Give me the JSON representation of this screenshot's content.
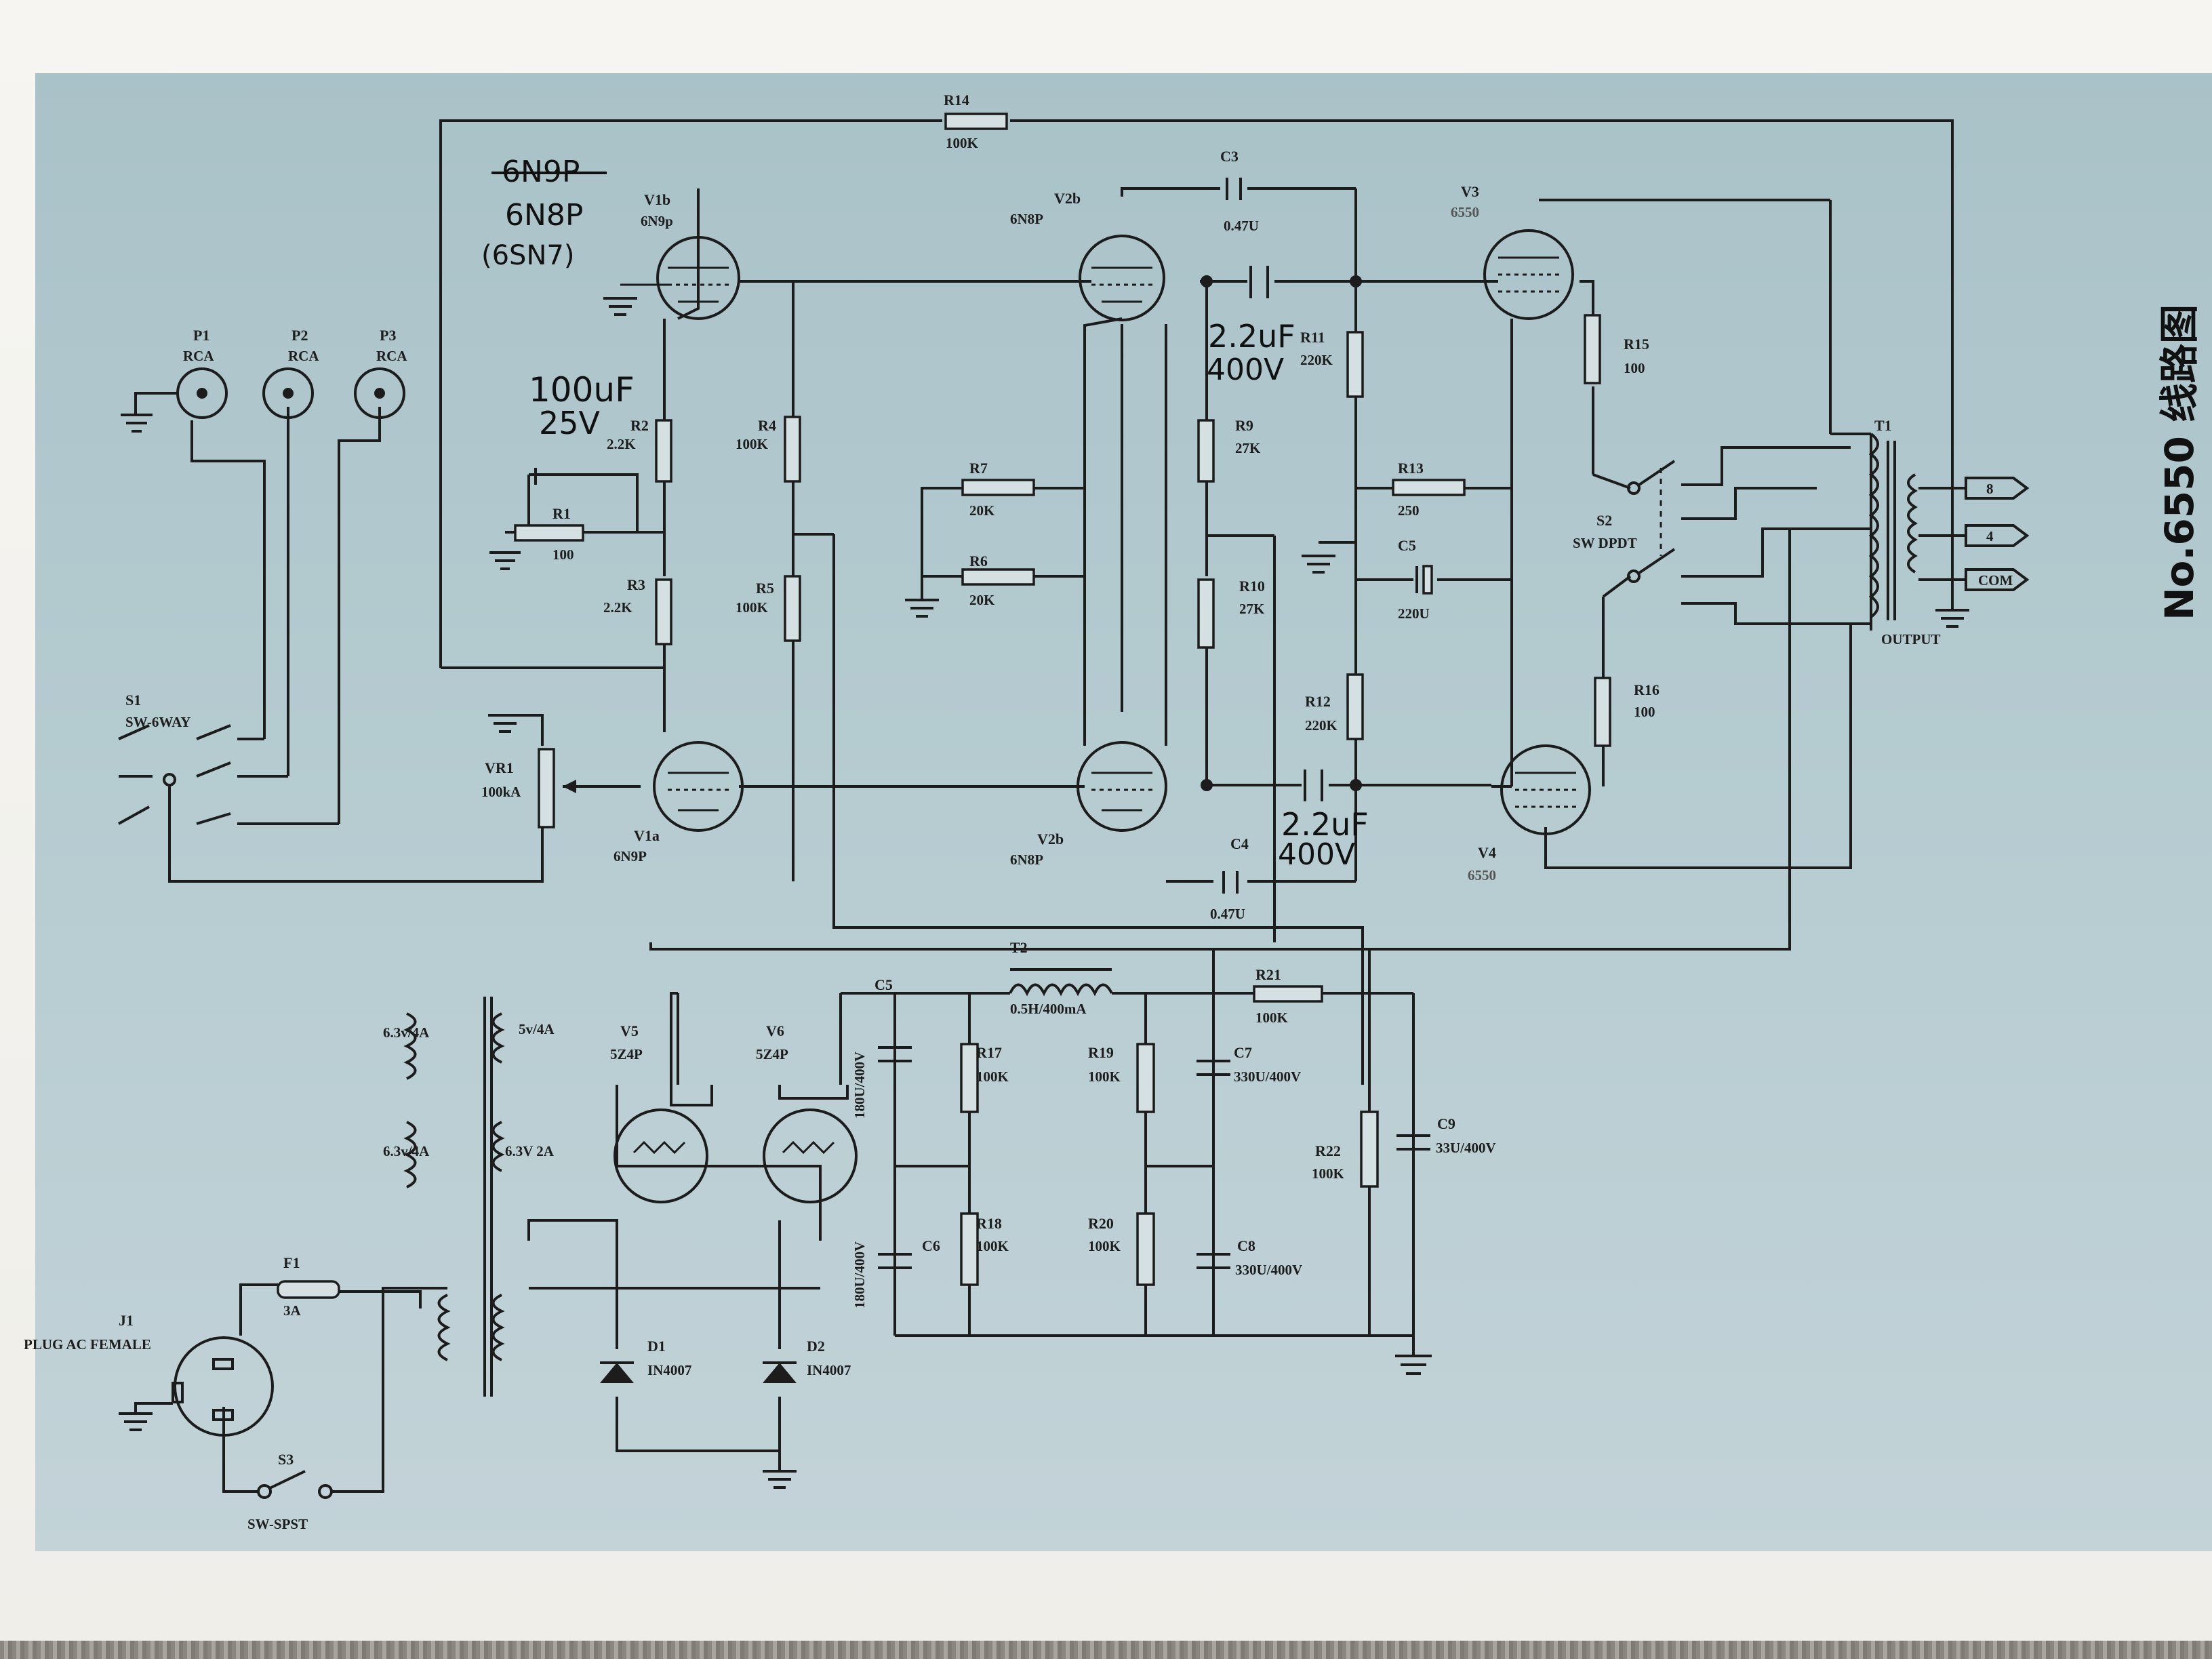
{
  "title": "No.6550 线路图",
  "handwritten_notes": {
    "tube_strike": "6N9P",
    "tube_new": "6N8P",
    "tube_alt": "(6SN7)",
    "cap_100uf": "100uF",
    "cap_25v": "25V",
    "cap_22uf_top": "2.2uF",
    "cap_400v_top": "400V",
    "cap_22uf_bottom": "2.2uF",
    "cap_400v_bottom": "400V"
  },
  "components": {
    "p1": {
      "ref": "P1",
      "type": "RCA"
    },
    "p2": {
      "ref": "P2",
      "type": "RCA"
    },
    "p3": {
      "ref": "P3",
      "type": "RCA"
    },
    "s1": {
      "ref": "S1",
      "type": "SW-6WAY"
    },
    "vr1": {
      "ref": "VR1",
      "value": "100kA"
    },
    "v1b": {
      "ref": "V1b",
      "type": "6N9p"
    },
    "v1a": {
      "ref": "V1a",
      "type": "6N9P"
    },
    "v2b_top": {
      "ref": "V2b",
      "type": "6N8P"
    },
    "v2b_bottom": {
      "ref": "V2b",
      "type": "6N8P"
    },
    "v3": {
      "ref": "V3",
      "type": "6550"
    },
    "v4": {
      "ref": "V4",
      "type": "6550"
    },
    "r1": {
      "ref": "R1",
      "value": "100"
    },
    "r2": {
      "ref": "R2",
      "value": "2.2K"
    },
    "r3": {
      "ref": "R3",
      "value": "2.2K"
    },
    "r4": {
      "ref": "R4",
      "value": "100K"
    },
    "r5": {
      "ref": "R5",
      "value": "100K"
    },
    "r6": {
      "ref": "R6",
      "value": "20K"
    },
    "r7": {
      "ref": "R7",
      "value": "20K"
    },
    "r9": {
      "ref": "R9",
      "value": "27K"
    },
    "r10": {
      "ref": "R10",
      "value": "27K"
    },
    "r11": {
      "ref": "R11",
      "value": "220K"
    },
    "r12": {
      "ref": "R12",
      "value": "220K"
    },
    "r13": {
      "ref": "R13",
      "value": "250"
    },
    "r14": {
      "ref": "R14",
      "value": "100K"
    },
    "r15": {
      "ref": "R15",
      "value": "100"
    },
    "r16": {
      "ref": "R16",
      "value": "100"
    },
    "c3": {
      "ref": "C3",
      "value": "0.47U"
    },
    "c4": {
      "ref": "C4",
      "value": "0.47U"
    },
    "c5_cathode": {
      "ref": "C5",
      "value": "220U"
    },
    "s2": {
      "ref": "S2",
      "type": "SW DPDT"
    },
    "t1": {
      "ref": "T1",
      "label": "OUTPUT",
      "taps": [
        "8",
        "4",
        "COM"
      ]
    },
    "t2": {
      "ref": "T2",
      "value": "0.5H/400mA"
    },
    "c5_supply": {
      "ref": "C5",
      "value": "180U/400V"
    },
    "c6": {
      "ref": "C6",
      "value": "180U/400V"
    },
    "c7": {
      "ref": "C7",
      "value": "330U/400V"
    },
    "c8": {
      "ref": "C8",
      "value": "330U/400V"
    },
    "c9": {
      "ref": "C9",
      "value": "33U/400V"
    },
    "r17": {
      "ref": "R17",
      "value": "100K"
    },
    "r18": {
      "ref": "R18",
      "value": "100K"
    },
    "r19": {
      "ref": "R19",
      "value": "100K"
    },
    "r20": {
      "ref": "R20",
      "value": "100K"
    },
    "r21": {
      "ref": "R21",
      "value": "100K"
    },
    "r22": {
      "ref": "R22",
      "value": "100K"
    },
    "v5": {
      "ref": "V5",
      "type": "5Z4P"
    },
    "v6": {
      "ref": "V6",
      "type": "5Z4P"
    },
    "d1": {
      "ref": "D1",
      "type": "IN4007"
    },
    "d2": {
      "ref": "D2",
      "type": "IN4007"
    },
    "f1": {
      "ref": "F1",
      "value": "3A"
    },
    "j1": {
      "ref": "J1",
      "type": "PLUG AC FEMALE"
    },
    "s3": {
      "ref": "S3",
      "type": "SW-SPST"
    },
    "pt_windings": [
      "6.3v/4A",
      "6.3v/4A",
      "5v/4A",
      "6.3V 2A"
    ]
  }
}
